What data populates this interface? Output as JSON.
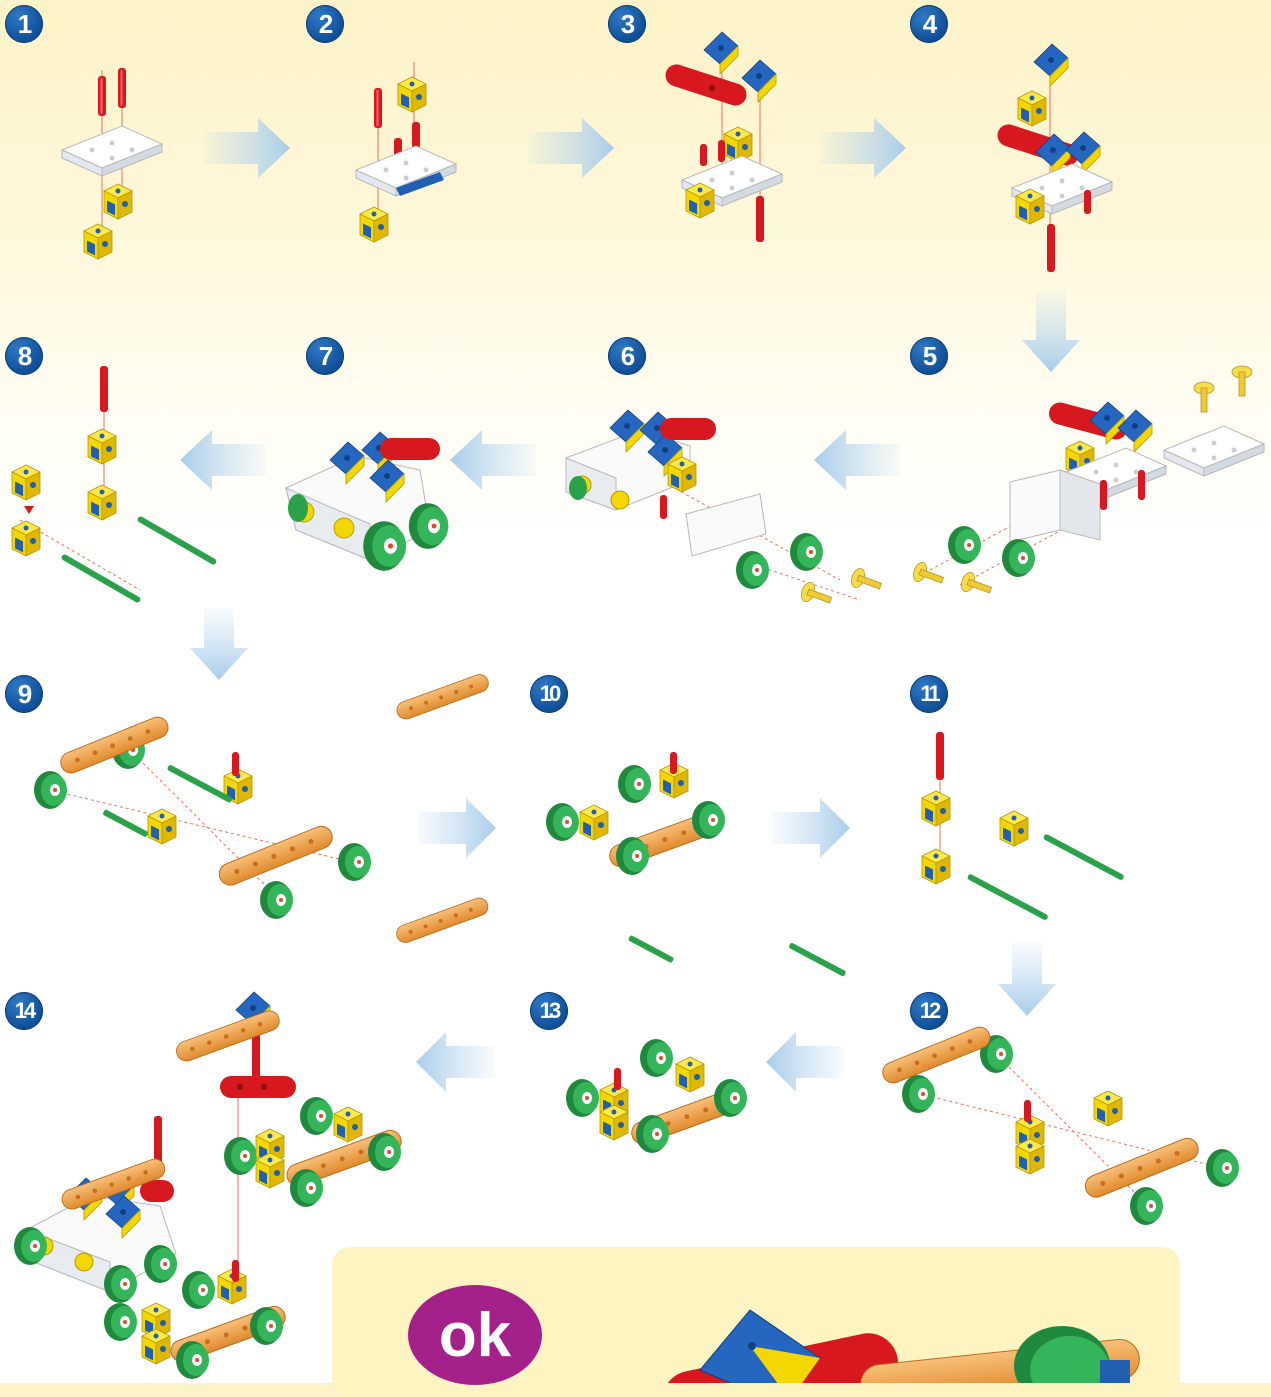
{
  "steps": [
    "1",
    "2",
    "3",
    "4",
    "5",
    "6",
    "7",
    "8",
    "9",
    "10",
    "11",
    "12",
    "13",
    "14"
  ],
  "final_badge": "ok",
  "colors": {
    "step_badge": "#1a5ca8",
    "arrow": "#bcd9ef",
    "panel_bg": "#fdf4c2",
    "ok_badge": "#a5218a",
    "red_pin": "#d7191f",
    "yellow_cube": "#f4d600",
    "blue_face": "#2160b0",
    "green_wheel": "#2aa24a",
    "orange_beam": "#f0a24a",
    "white_plate": "#f6f6f6"
  }
}
